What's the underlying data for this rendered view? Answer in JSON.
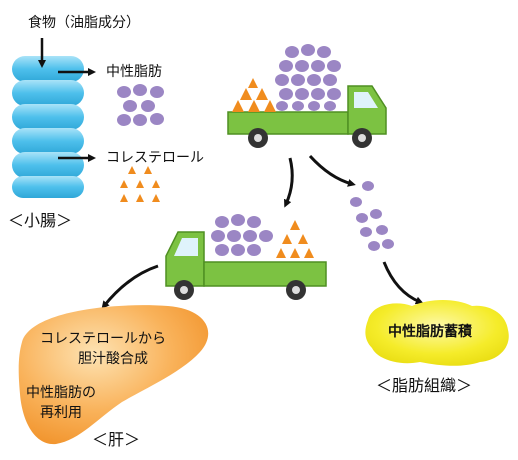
{
  "labels": {
    "food": "食物（油脂成分）",
    "neutral_fat": "中性脂肪",
    "cholesterol": "コレステロール",
    "small_intestine": "＜小腸＞",
    "liver_line1": "コレステロールから",
    "liver_line2": "胆汁酸合成",
    "liver_line3": "中性脂肪の",
    "liver_line4": "再利用",
    "liver": "＜肝＞",
    "adipose_blob": "中性脂肪蓄積",
    "adipose_tissue": "＜脂肪組織＞"
  },
  "colors": {
    "intestine_blue": "#5ec4ec",
    "liver_orange": "#f7a33a",
    "fat_yellow": "#f3e812",
    "truck_green": "#7cc242",
    "fat_purple": "#9b86c4",
    "cholesterol_orange": "#f08c1e"
  },
  "icons": {
    "intestine": "small-intestine-illustration",
    "truck": "truck-icon",
    "fat_particles": "neutral-fat-particles",
    "cholesterol_particles": "cholesterol-triangles"
  }
}
